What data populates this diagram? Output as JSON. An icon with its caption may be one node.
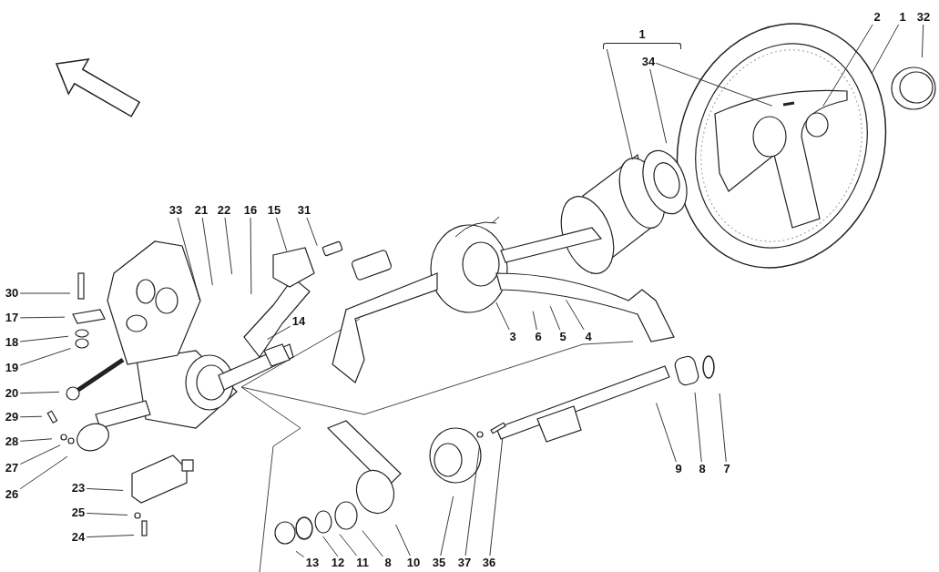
{
  "diagram": {
    "nodes": [
      {
        "text": [
          "1"
        ]
      },
      {
        "text": [
          "34"
        ]
      },
      {
        "text": [
          "2"
        ]
      },
      {
        "text": [
          "1"
        ]
      },
      {
        "text": [
          "32"
        ]
      },
      {
        "text": [
          "33"
        ]
      },
      {
        "text": [
          "21"
        ]
      },
      {
        "text": [
          "22"
        ]
      },
      {
        "text": [
          "16"
        ]
      },
      {
        "text": [
          "15"
        ]
      },
      {
        "text": [
          "31"
        ]
      },
      {
        "text": [
          "30"
        ]
      },
      {
        "text": [
          "17"
        ]
      },
      {
        "text": [
          "18"
        ]
      },
      {
        "text": [
          "14"
        ]
      },
      {
        "text": [
          "19"
        ]
      },
      {
        "text": [
          "3"
        ]
      },
      {
        "text": [
          "6"
        ]
      },
      {
        "text": [
          "5"
        ]
      },
      {
        "text": [
          "4"
        ]
      },
      {
        "text": [
          "20"
        ]
      },
      {
        "text": [
          "29"
        ]
      },
      {
        "text": [
          "28"
        ]
      },
      {
        "text": [
          "27"
        ]
      },
      {
        "text": [
          "26"
        ]
      },
      {
        "text": [
          "9"
        ]
      },
      {
        "text": [
          "8"
        ]
      },
      {
        "text": [
          "7"
        ]
      },
      {
        "text": [
          "23"
        ]
      },
      {
        "text": [
          "25"
        ]
      },
      {
        "text": [
          "24"
        ]
      },
      {
        "text": [
          "13"
        ]
      },
      {
        "text": [
          "12"
        ]
      },
      {
        "text": [
          "11"
        ]
      },
      {
        "text": [
          "8"
        ]
      },
      {
        "text": [
          "10"
        ]
      },
      {
        "text": [
          "35"
        ]
      },
      {
        "text": [
          "37"
        ]
      },
      {
        "text": [
          "36"
        ]
      }
    ],
    "edges": [
      {
        "from": 0,
        "to": null,
        "arrow": "none"
      },
      {
        "from": 1,
        "to": null,
        "arrow": "none"
      },
      {
        "from": 1,
        "to": null,
        "arrow": "none"
      },
      {
        "from": 2,
        "to": null,
        "arrow": "none"
      },
      {
        "from": 3,
        "to": null,
        "arrow": "none"
      },
      {
        "from": 4,
        "to": null,
        "arrow": "none"
      },
      {
        "from": 5,
        "to": null,
        "arrow": "none"
      },
      {
        "from": 6,
        "to": null,
        "arrow": "none"
      },
      {
        "from": 7,
        "to": null,
        "arrow": "none"
      },
      {
        "from": 8,
        "to": null,
        "arrow": "none"
      },
      {
        "from": 9,
        "to": null,
        "arrow": "none"
      },
      {
        "from": 10,
        "to": null,
        "arrow": "none"
      },
      {
        "from": 11,
        "to": null,
        "arrow": "none"
      },
      {
        "from": 12,
        "to": null,
        "arrow": "none"
      },
      {
        "from": 13,
        "to": null,
        "arrow": "none"
      },
      {
        "from": 14,
        "to": null,
        "arrow": "none"
      },
      {
        "from": 15,
        "to": null,
        "arrow": "none"
      },
      {
        "from": 16,
        "to": null,
        "arrow": "none"
      },
      {
        "from": 17,
        "to": null,
        "arrow": "none"
      },
      {
        "from": 18,
        "to": null,
        "arrow": "none"
      },
      {
        "from": 19,
        "to": null,
        "arrow": "none"
      },
      {
        "from": 20,
        "to": null,
        "arrow": "none"
      },
      {
        "from": 21,
        "to": null,
        "arrow": "none"
      },
      {
        "from": 22,
        "to": null,
        "arrow": "none"
      },
      {
        "from": 23,
        "to": null,
        "arrow": "none"
      },
      {
        "from": 24,
        "to": null,
        "arrow": "none"
      },
      {
        "from": 25,
        "to": null,
        "arrow": "none"
      },
      {
        "from": 26,
        "to": null,
        "arrow": "none"
      },
      {
        "from": 27,
        "to": null,
        "arrow": "none"
      },
      {
        "from": 28,
        "to": null,
        "arrow": "none"
      },
      {
        "from": 29,
        "to": null,
        "arrow": "none"
      },
      {
        "from": 30,
        "to": null,
        "arrow": "none"
      },
      {
        "from": 31,
        "to": null,
        "arrow": "none"
      },
      {
        "from": 32,
        "to": null,
        "arrow": "none"
      },
      {
        "from": 33,
        "to": null,
        "arrow": "none"
      },
      {
        "from": 34,
        "to": null,
        "arrow": "none"
      },
      {
        "from": 35,
        "to": null,
        "arrow": "none"
      },
      {
        "from": 36,
        "to": null,
        "arrow": "none"
      },
      {
        "from": 37,
        "to": null,
        "arrow": "none"
      },
      {
        "from": 38,
        "to": null,
        "arrow": "none"
      }
    ]
  }
}
